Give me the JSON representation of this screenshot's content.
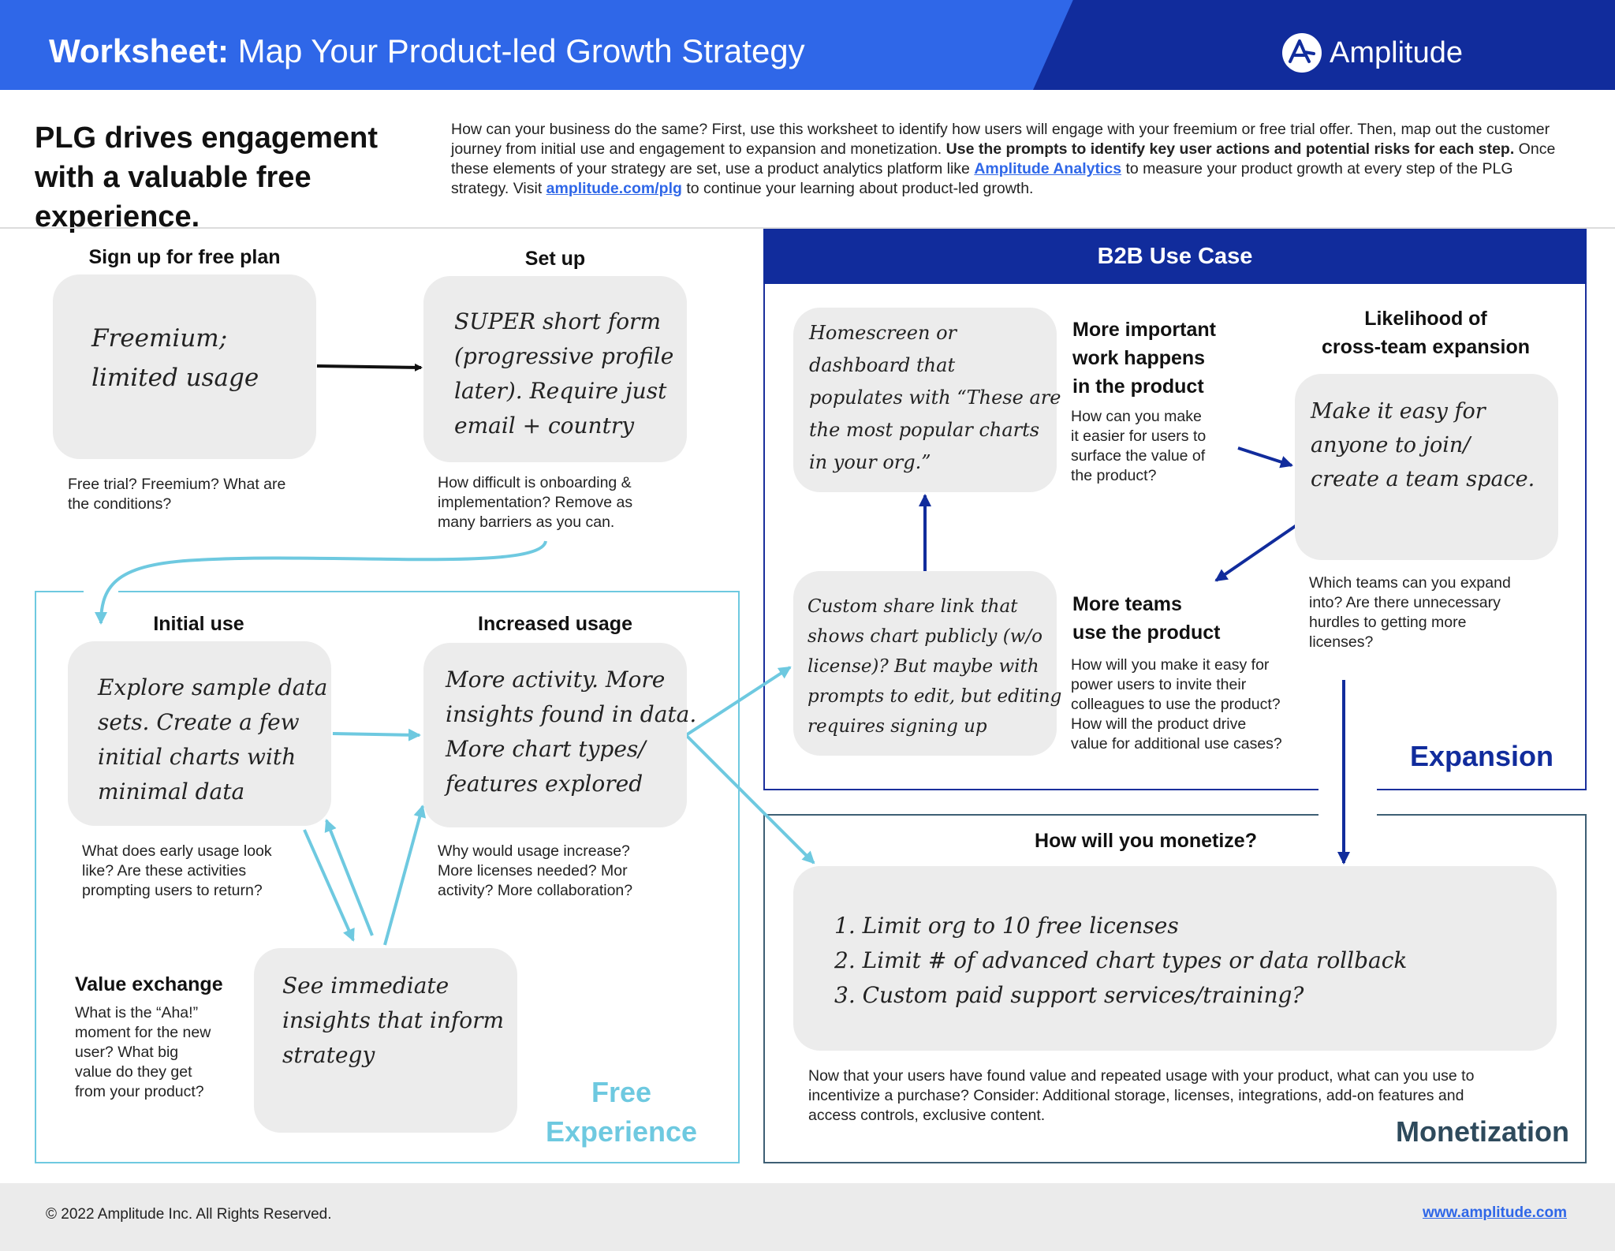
{
  "header": {
    "title_bold": "Worksheet:",
    "title_rest": " Map Your Product-led Growth Strategy",
    "brand": "Amplitude"
  },
  "intro": {
    "headline": "PLG drives engagement with a valuable free experience.",
    "p1": "How can your business do the same? First, use this worksheet to identify how users will engage with your freemium or free trial offer. Then, map out the customer journey from initial use and engagement to expansion and monetization. ",
    "p1_bold": "Use the prompts to identify key user actions and potential risks for each step.",
    "p2": " Once these elements of your strategy are set, use a product analytics platform like ",
    "link1": "Amplitude Analytics",
    "p3": " to measure your product growth at every step of the PLG strategy. Visit ",
    "link2": "amplitude.com/plg",
    "p4": " to continue your learning about product-led growth."
  },
  "signup": {
    "title": "Sign up for free plan",
    "answer_l1": "Freemium;",
    "answer_l2": "limited usage",
    "prompt_l1": "Free trial? Freemium? What are",
    "prompt_l2": "the conditions?"
  },
  "setup": {
    "title": "Set up",
    "answer_l1": "SUPER short form",
    "answer_l2": "(progressive profile",
    "answer_l3": "later). Require just",
    "answer_l4": "email + country",
    "prompt_l1": "How difficult is onboarding &",
    "prompt_l2": "implementation? Remove as",
    "prompt_l3": "many barriers as you can."
  },
  "initial_use": {
    "title": "Initial use",
    "answer_l1": "Explore sample data",
    "answer_l2": "sets. Create a few",
    "answer_l3": "initial charts with",
    "answer_l4": "minimal data",
    "prompt_l1": "What does early usage look",
    "prompt_l2": "like? Are these activities",
    "prompt_l3": "prompting users to return?"
  },
  "increased_usage": {
    "title": "Increased usage",
    "answer_l1": "More activity. More",
    "answer_l2": "insights found in data.",
    "answer_l3": "More chart types/",
    "answer_l4": "features explored",
    "prompt_l1": "Why would usage increase?",
    "prompt_l2": "More licenses needed? Mor",
    "prompt_l3": "activity? More collaboration?"
  },
  "value_exchange": {
    "title": "Value exchange",
    "prompt_l1": "What is the “Aha!”",
    "prompt_l2": "moment for the new",
    "prompt_l3": "user? What big",
    "prompt_l4": "value do they get",
    "prompt_l5": "from your product?",
    "answer_l1": "See immediate",
    "answer_l2": "insights that inform",
    "answer_l3": "strategy"
  },
  "free_label_l1": "Free",
  "free_label_l2": "Experience",
  "b2b": {
    "title": "B2B Use Case",
    "homescreen_l1": "Homescreen or",
    "homescreen_l2": "dashboard that",
    "homescreen_l3": "populates with “These are",
    "homescreen_l4": "the most popular charts",
    "homescreen_l5": "in your org.”",
    "work_title_l1": "More important",
    "work_title_l2": "work happens",
    "work_title_l3": "in the product",
    "work_prompt_l1": "How can you make",
    "work_prompt_l2": "it easier for users to",
    "work_prompt_l3": "surface the value of",
    "work_prompt_l4": "the product?",
    "likelihood_title_l1": "Likelihood of",
    "likelihood_title_l2": "cross-team expansion",
    "likelihood_answer_l1": "Make it easy for",
    "likelihood_answer_l2": "anyone to join/",
    "likelihood_answer_l3": "create a team space.",
    "likelihood_prompt_l1": "Which teams can you expand",
    "likelihood_prompt_l2": "into? Are there unnecessary",
    "likelihood_prompt_l3": "hurdles to getting more",
    "likelihood_prompt_l4": "licenses?",
    "share_l1": "Custom share link that",
    "share_l2": "shows chart publicly (w/o",
    "share_l3": "license)? But maybe with",
    "share_l4": "prompts to edit, but editing",
    "share_l5": "requires signing up",
    "teams_title_l1": "More teams",
    "teams_title_l2": "use the product",
    "teams_prompt_l1": "How will you make it easy for",
    "teams_prompt_l2": "power users to invite their",
    "teams_prompt_l3": "colleagues to use the product?",
    "teams_prompt_l4": "How will the product drive",
    "teams_prompt_l5": "value for additional use cases?",
    "label": "Expansion"
  },
  "monetize": {
    "title": "How will you monetize?",
    "item1": "1. Limit org to 10 free licenses",
    "item2": "2. Limit # of advanced chart types or data rollback",
    "item3": "3. Custom paid support services/training?",
    "prompt_l1": "Now that your users have found value and repeated usage with your product, what can you use to",
    "prompt_l2": "incentivize a purchase? Consider: Additional storage, licenses, integrations, add-on features and",
    "prompt_l3": "access controls, exclusive content.",
    "label": "Monetization"
  },
  "footer": {
    "copyright": "© 2022 Amplitude Inc.  All Rights Reserved.",
    "site": "www.amplitude.com"
  },
  "colors": {
    "header_blue": "#2f67e8",
    "header_navy": "#112c9c",
    "free_cyan": "#6ec9e0",
    "monetization_slate": "#3e5f74",
    "box_gray": "#ececec"
  }
}
